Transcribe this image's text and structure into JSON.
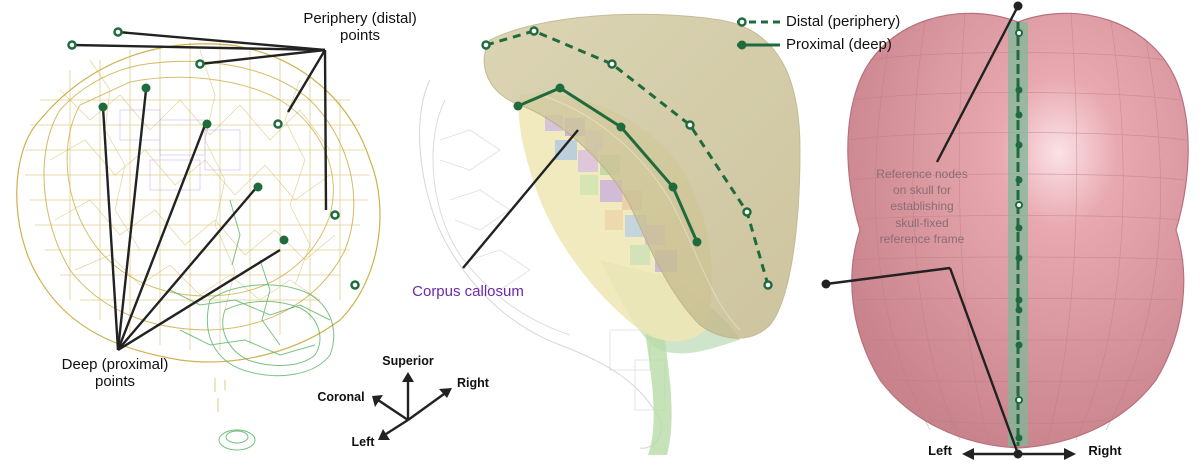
{
  "panel_left": {
    "periphery_label_line1": "Periphery (distal)",
    "periphery_label_line2": "points",
    "deep_label_line1": "Deep (proximal)",
    "deep_label_line2": "points",
    "axes": {
      "superior": "Superior",
      "right": "Right",
      "coronal": "Coronal",
      "left": "Left"
    }
  },
  "panel_middle": {
    "corpus_label": "Corpus callosum",
    "legend": [
      {
        "label": "Distal (periphery)",
        "style": "dashed-open"
      },
      {
        "label": "Proximal (deep)",
        "style": "solid-filled"
      }
    ]
  },
  "panel_right": {
    "reference_text": [
      "Reference nodes",
      "on skull for",
      "establishing",
      "skull-fixed",
      "reference frame"
    ],
    "axis_left": "Left",
    "axis_right": "Right"
  },
  "colors": {
    "marker_green": "#1f6b3e",
    "mesh_gold": "#c9a93a",
    "mesh_green": "#4fae5a",
    "skull_pink": "#d98f98",
    "brain_tan": "#c9bf92",
    "purple_label": "#6a2aa8"
  }
}
